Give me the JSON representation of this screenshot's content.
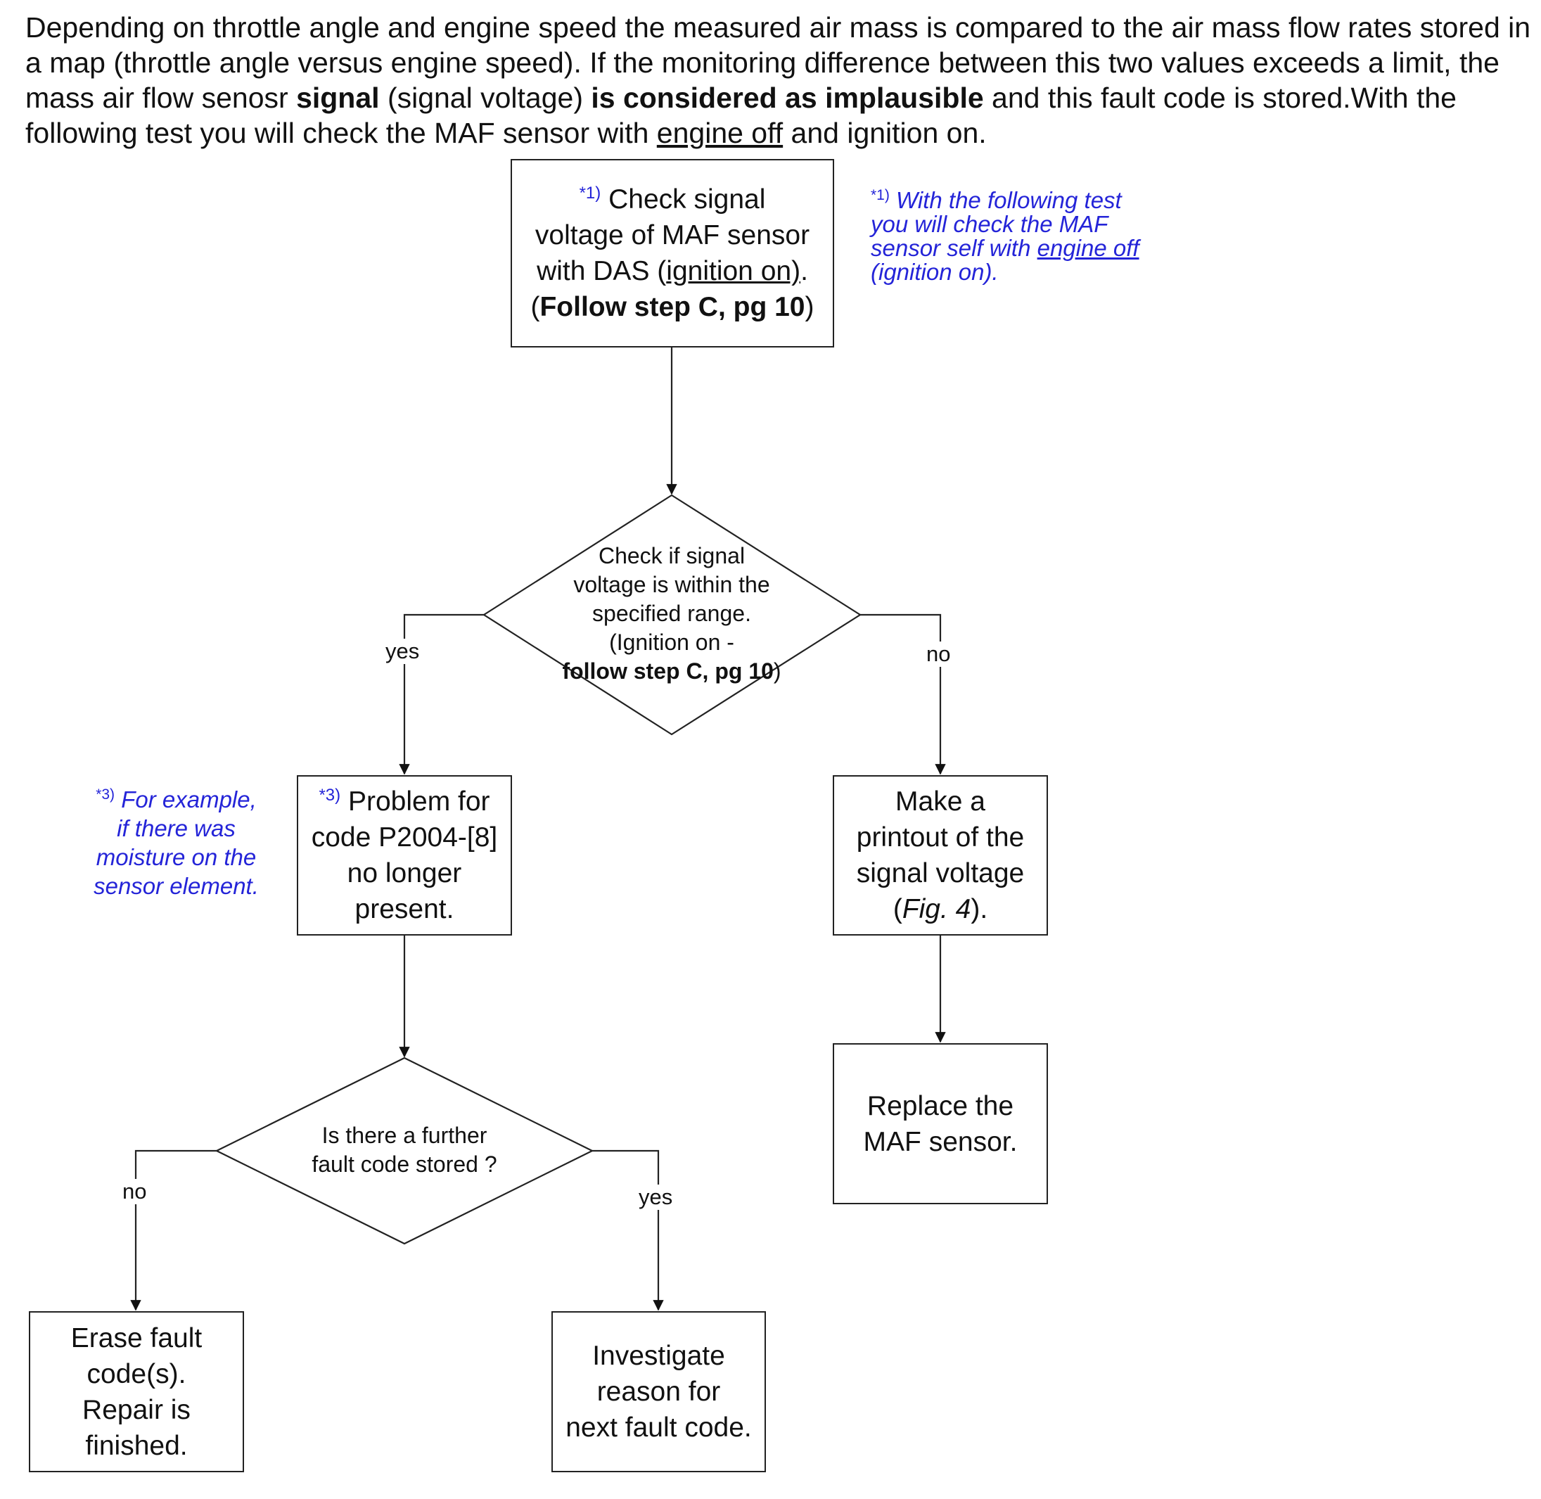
{
  "intro": {
    "p1": "Depending on throttle angle and engine speed the measured air mass is compared to the air mass flow rates stored in a map (throttle angle versus engine speed). If the monitoring difference between this two values exceeds a limit, the mass air flow senosr ",
    "b1": "signal",
    "p2": " (signal voltage) ",
    "b2": "is considered as implausible",
    "p3": " and this fault code is stored.With the following test you will check the  MAF sensor with ",
    "u1": "engine off",
    "p4": " and ignition on."
  },
  "start_box": {
    "marker": "*1)",
    "line1": " Check signal",
    "line2": "voltage of  MAF sensor",
    "line3a": "with DAS  (",
    "line3u": "ignition on)",
    "line3b": ".",
    "line4a": "(",
    "line4b": "Follow step C, pg 10",
    "line4c": ")"
  },
  "note1": {
    "marker": "*1)",
    "line1": " With the following test",
    "line2": "you will check the  MAF",
    "line3a": "sensor self  with ",
    "line3u": "engine off",
    "line4": "(ignition on)."
  },
  "decision1": {
    "line1": "Check if signal",
    "line2": "voltage is within the",
    "line3": "specified range.",
    "line4": "(Ignition on -",
    "line5b": "follow step C, pg 10",
    "line5c": ")",
    "yes": "yes",
    "no": "no"
  },
  "note3": {
    "marker": "*3)",
    "line1": " For example,",
    "line2": "if there was",
    "line3": "moisture on the",
    "line4": "sensor element."
  },
  "problem_box": {
    "marker": "*3)",
    "line1": " Problem for",
    "line2": "code P2004-[8]",
    "line3": "no longer",
    "line4": "present."
  },
  "printout_box": {
    "line1": "Make a",
    "line2": "printout of the",
    "line3": "signal voltage",
    "line4a": "(",
    "line4i": "Fig. 4",
    "line4b": ")."
  },
  "decision2": {
    "line1": "Is there a further",
    "line2": "fault code stored ?",
    "no": "no",
    "yes": "yes"
  },
  "replace_box": {
    "line1": "Replace the",
    "line2": "MAF sensor."
  },
  "erase_box": {
    "line1": "Erase fault",
    "line2": "code(s).",
    "line3": "Repair is",
    "line4": "finished."
  },
  "investigate_box": {
    "line1": "Investigate",
    "line2": "reason for",
    "line3": "next fault code."
  },
  "colors": {
    "note": "#2424d8",
    "line": "#222222"
  }
}
